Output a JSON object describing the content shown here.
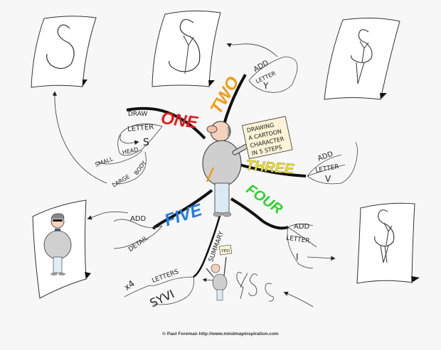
{
  "title_card": {
    "lines": [
      "DRAWING",
      "A CARTOON",
      "CHARACTER",
      "IN 5 STEPS"
    ]
  },
  "colors": {
    "one": "#e21b1b",
    "two": "#f39a14",
    "three": "#f2e21b",
    "four": "#2ed12e",
    "five": "#1e7ee8",
    "ink": "#222222",
    "background": "#f7f7f7",
    "jacket": "#c9c9c9",
    "trousers": "#d8eaf4"
  },
  "branches": {
    "one": {
      "label": "ONE",
      "sub": [
        "DRAW",
        "LETTER",
        "S"
      ],
      "detail": [
        "SMALL",
        "HEAD",
        "LARGE",
        "BODY"
      ]
    },
    "two": {
      "label": "TWO",
      "sub": [
        "ADD",
        "LETTER",
        "Y"
      ]
    },
    "three": {
      "label": "THREE",
      "sub": [
        "ADD",
        "LETTER",
        "V"
      ]
    },
    "four": {
      "label": "FOUR",
      "sub": [
        "ADD",
        "LETTER",
        "I"
      ]
    },
    "five": {
      "label": "FIVE",
      "sub": [
        "ADD",
        "DETAIL"
      ]
    },
    "summary": {
      "label": "SUMMARY",
      "sub": [
        "x4",
        "LETTERS",
        "SYVI"
      ],
      "sign": "YES!"
    }
  },
  "cards": [
    {
      "id": "step-one",
      "glyph": "S"
    },
    {
      "id": "step-two",
      "glyph": "S+Y"
    },
    {
      "id": "step-three",
      "glyph": "S+Y+V"
    },
    {
      "id": "step-four",
      "glyph": "S+Y+V+I"
    },
    {
      "id": "step-five",
      "glyph": "finished character"
    }
  ],
  "footer": {
    "credit": "© Paul Foreman http://www.mindmapinspiration.com"
  }
}
